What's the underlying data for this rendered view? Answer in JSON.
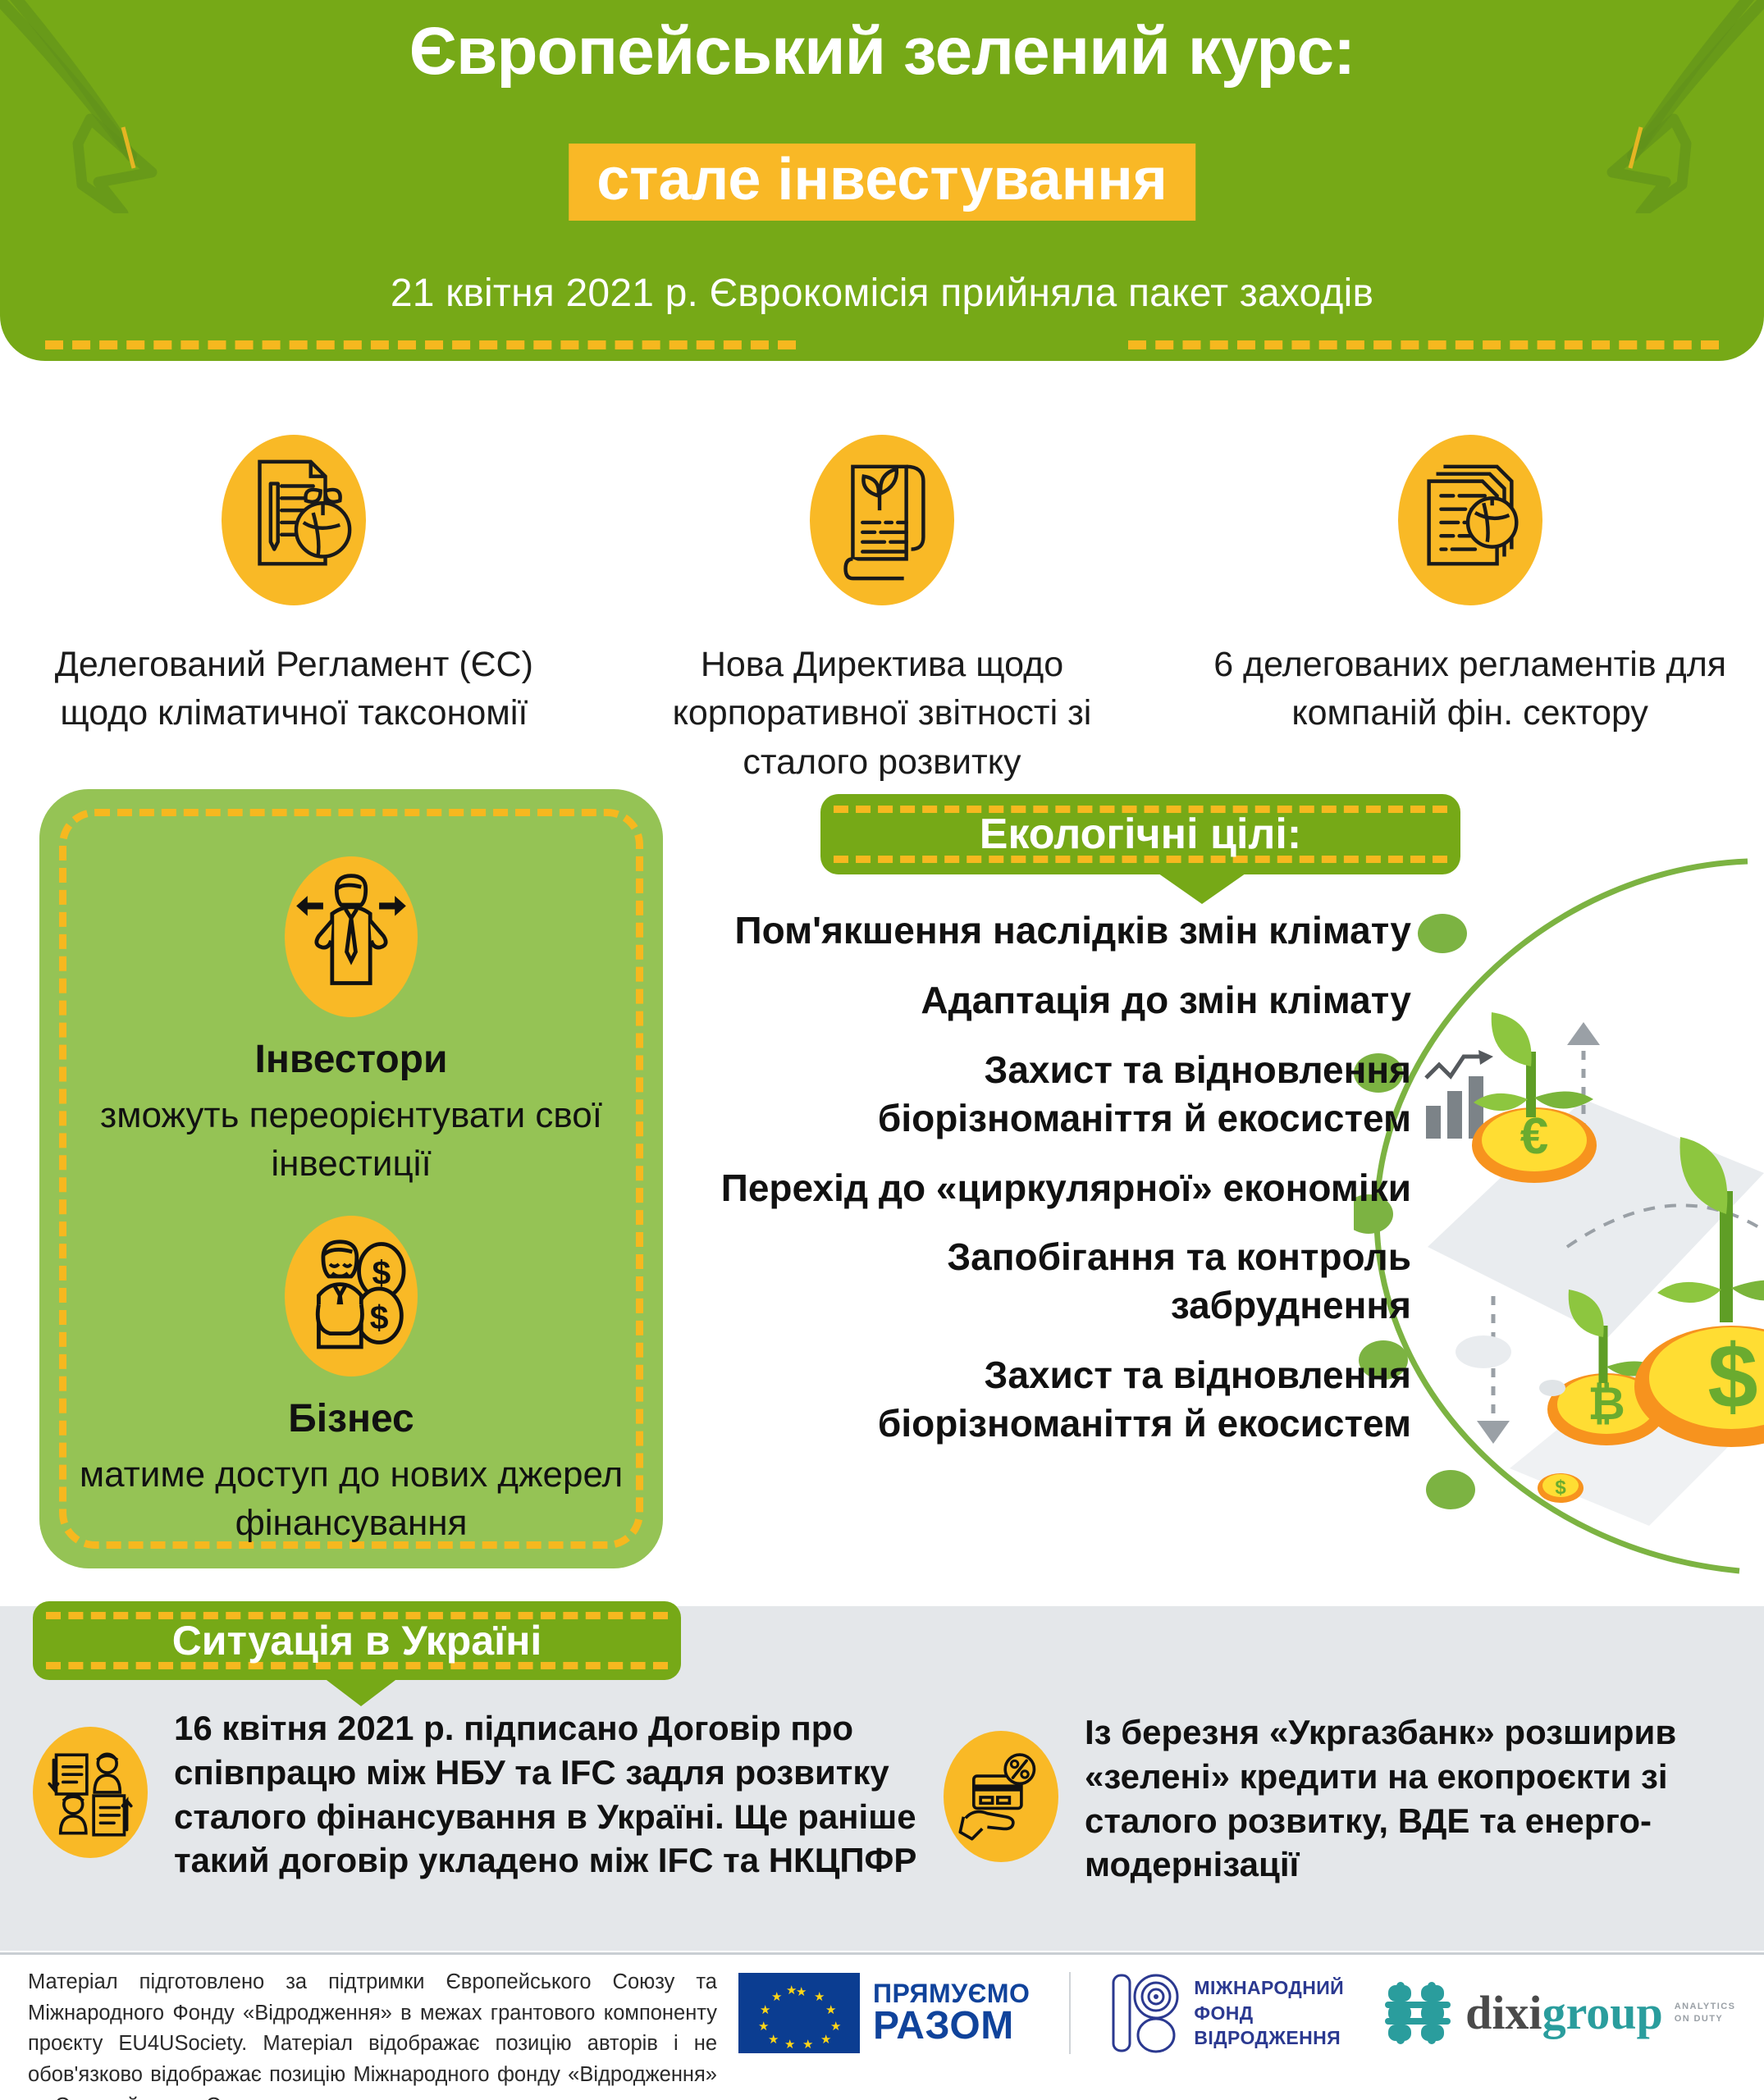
{
  "header": {
    "title": "Європейський зелений курс:",
    "subtitle": "стале інвестування",
    "dateline": "21 квітня 2021 р. Єврокомісія прийняла пакет заходів",
    "bg_color": "#76a917",
    "accent_color": "#f9b826"
  },
  "measures": [
    {
      "icon": "document-pencil-globe-icon",
      "label": "Делегований Регламент (ЄС) щодо кліматичної таксономії"
    },
    {
      "icon": "scroll-sprout-icon",
      "label": "Нова Директива щодо корпоративної звітності зі сталого розвитку"
    },
    {
      "icon": "documents-globe-icon",
      "label": "6 делегованих регламентів для компаній фін. сектору"
    }
  ],
  "left_card": {
    "bg_color": "#95c355",
    "border_color": "#f6b81f",
    "blocks": [
      {
        "icon": "investor-person-arrows-icon",
        "title": "Інвестори",
        "text": "зможуть переорієнтувати свої інвестиції"
      },
      {
        "icon": "businessman-coins-icon",
        "title": "Бізнес",
        "text": "матиме доступ до нових джерел фінансування"
      }
    ]
  },
  "eco_goals": {
    "banner": "Екологічні цілі:",
    "items": [
      "Пом'якшення наслідків змін клімату",
      "Адаптація до змін клімату",
      "Захист та відновлення біорізноманіття й екосистем",
      "Перехід до «циркулярної» економіки",
      "Запобігання та контроль забруднення",
      "Захист та відновлення біорізноманіття й екосистем"
    ]
  },
  "illustration": {
    "coin_labels": [
      "€",
      "₿",
      "$",
      "$"
    ],
    "description": "coins-with-growing-plants-illustration"
  },
  "ukraine": {
    "banner": "Ситуація в Україні",
    "band_color": "#e4e7ea",
    "items": [
      {
        "icon": "contract-signing-people-icon",
        "text": "16 квітня 2021 р. підписано Договір про співпрацю між НБУ та IFC задля розвитку сталого фінансування в Україні. Ще раніше такий договір укладено між IFC та НКЦПФР"
      },
      {
        "icon": "hand-credit-card-percent-icon",
        "text": "Із березня «Укргазбанк» розширив «зелені» кредити на екопроєкти зі сталого розвитку, ВДЕ та енерго-модернізації"
      }
    ]
  },
  "footer": {
    "disclaimer": "Матеріал підготовлено за підтримки Європейського Союзу та Міжнародного Фонду «Відродження» в межах грантового компоненту проєкту EU4USociety. Матеріал відображає позицію авторів і не обов'язково відображає позицію Міжнародного фонду «Відродження» та Європейського Союзу.",
    "logos": {
      "eu_line1": "ПРЯМУЄМО",
      "eu_line2": "РАЗОМ",
      "ifr_line1": "МІЖНАРОДНИЙ",
      "ifr_line2": "ФОНД",
      "ifr_line3": "ВІДРОДЖЕННЯ",
      "dixi_part1": "dixi",
      "dixi_part2": "group",
      "dixi_tag1": "ANALYTICS",
      "dixi_tag2": "ON DUTY"
    }
  }
}
